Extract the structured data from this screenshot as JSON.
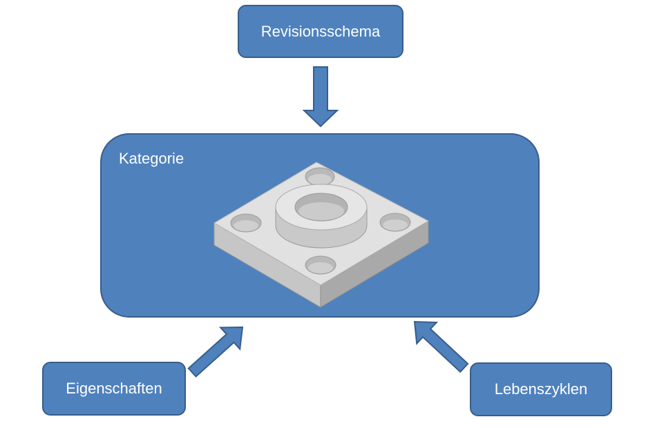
{
  "nodes": {
    "revisionsschema": "Revisionsschema",
    "kategorie": "Kategorie",
    "eigenschaften": "Eigenschaften",
    "lebenszyklen": "Lebenszyklen"
  },
  "colors": {
    "box_fill": "#4f81bd",
    "box_border": "#385d8a",
    "text": "#ffffff",
    "part_light": "#e3e3e3",
    "part_mid": "#c8c8c8",
    "part_dark": "#a9a9a9"
  },
  "edges": [
    {
      "from": "revisionsschema",
      "to": "kategorie"
    },
    {
      "from": "eigenschaften",
      "to": "kategorie"
    },
    {
      "from": "lebenszyklen",
      "to": "kategorie"
    }
  ],
  "image": {
    "icon": "cad-flange-plate-icon"
  }
}
